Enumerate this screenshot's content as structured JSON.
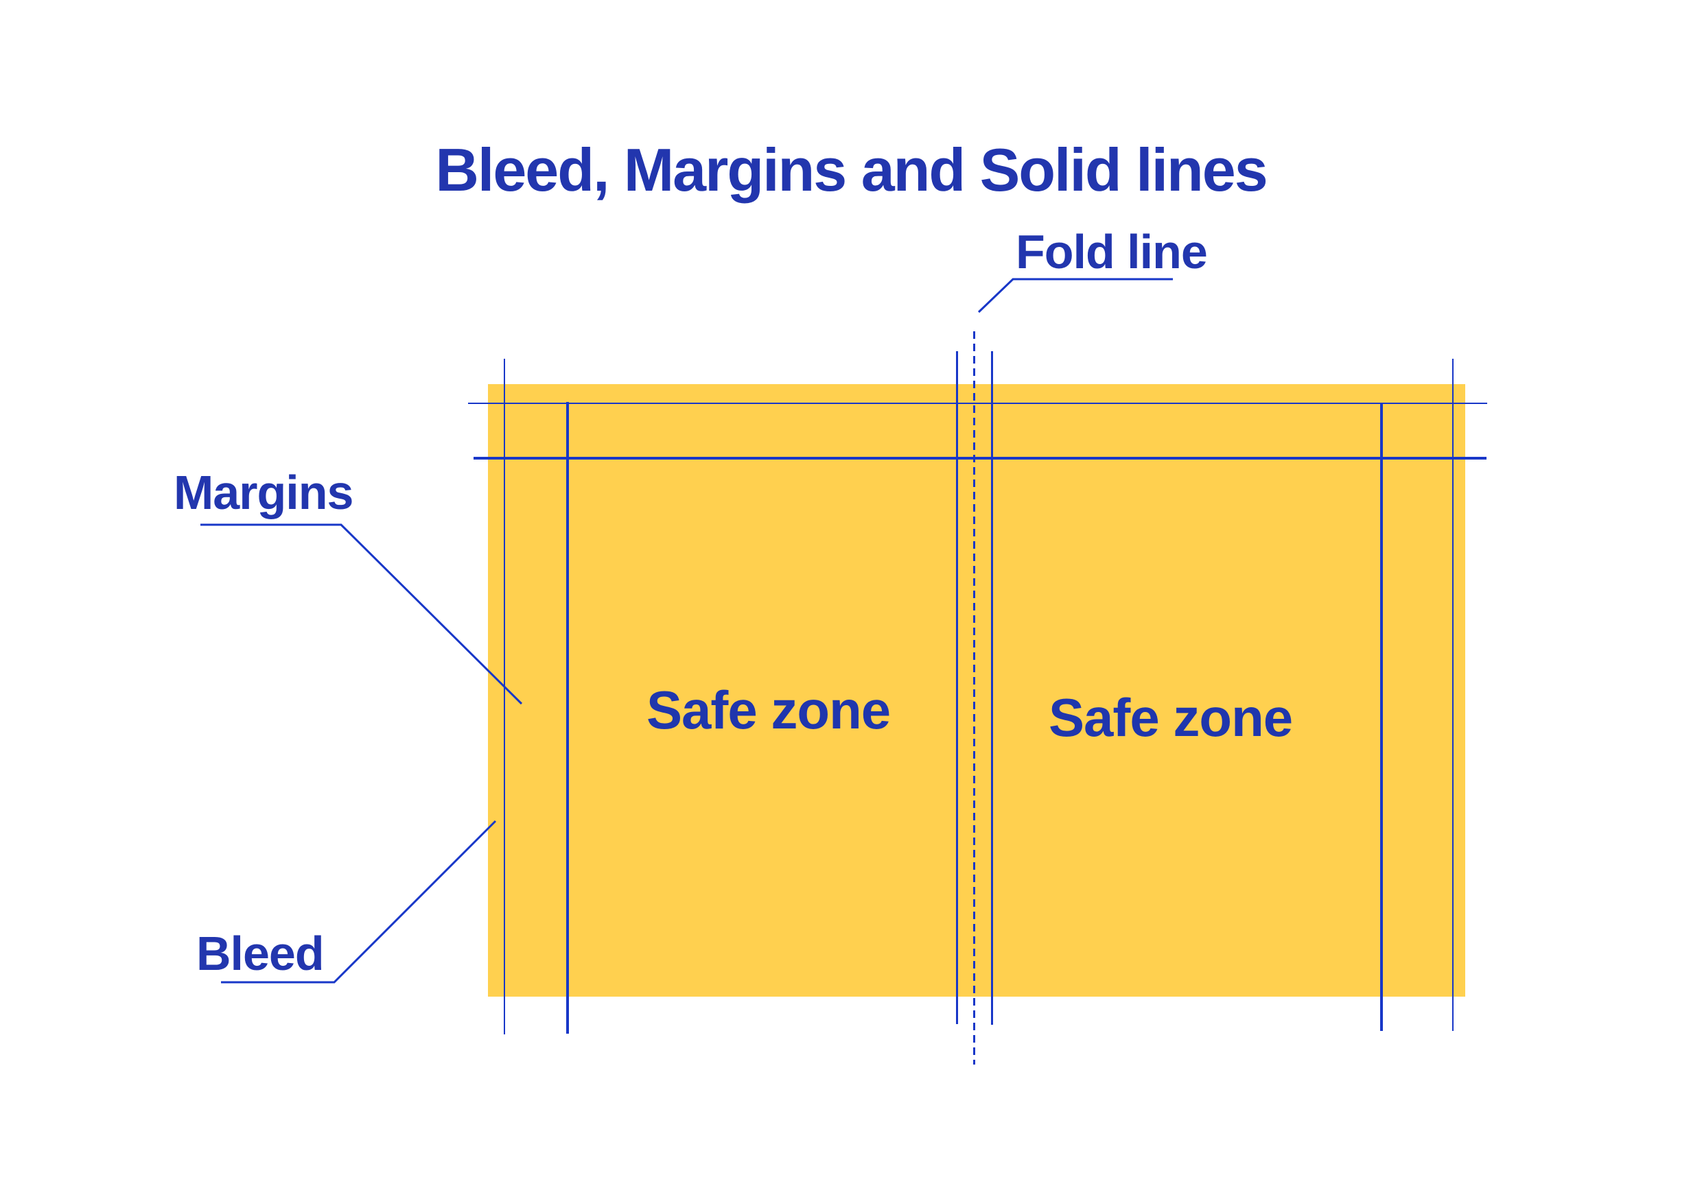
{
  "title": "Bleed, Margins and Solid lines",
  "labels": {
    "fold_line": "Fold line",
    "margins": "Margins",
    "bleed": "Bleed"
  },
  "zones": {
    "left_panel": "Safe zone",
    "right_panel": "Safe zone"
  },
  "colors": {
    "background": "#ffffff",
    "panel_yellow": "#ffd04f",
    "line_blue": "#1837c8",
    "text_blue": "#2236ae"
  },
  "diagram": {
    "type": "print-layout-guide",
    "line_roles": {
      "dashed_vertical_center": "fold line",
      "thick_lines": "margin lines",
      "thin_lines": "trim / solid lines",
      "yellow_area": "artwork extending to bleed"
    }
  }
}
